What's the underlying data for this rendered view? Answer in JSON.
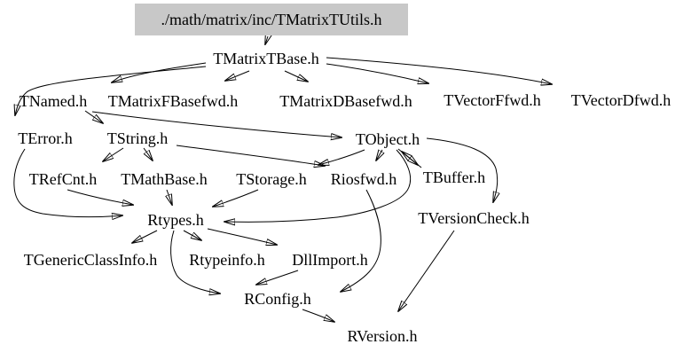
{
  "graph": {
    "kind": "include-dependency-graph",
    "colors": {
      "background": "#ffffff",
      "root_node_fill": "#c8c8c8",
      "edge": "#000000",
      "text": "#000000"
    },
    "nodes": [
      {
        "id": "tmatrixtutils",
        "label": "./math/matrix/inc/TMatrixTUtils.h"
      },
      {
        "id": "tmatrixtbase",
        "label": "TMatrixTBase.h"
      },
      {
        "id": "tnamed",
        "label": "TNamed.h"
      },
      {
        "id": "tmatrixfbasefwd",
        "label": "TMatrixFBasefwd.h"
      },
      {
        "id": "tmatrixdbasefwd",
        "label": "TMatrixDBasefwd.h"
      },
      {
        "id": "tvectorffwd",
        "label": "TVectorFfwd.h"
      },
      {
        "id": "tvectordfwd",
        "label": "TVectorDfwd.h"
      },
      {
        "id": "terror",
        "label": "TError.h"
      },
      {
        "id": "tstring",
        "label": "TString.h"
      },
      {
        "id": "tobject",
        "label": "TObject.h"
      },
      {
        "id": "trefcnt",
        "label": "TRefCnt.h"
      },
      {
        "id": "tmathbase",
        "label": "TMathBase.h"
      },
      {
        "id": "tstorage",
        "label": "TStorage.h"
      },
      {
        "id": "riosfwd",
        "label": "Riosfwd.h"
      },
      {
        "id": "tbuffer",
        "label": "TBuffer.h"
      },
      {
        "id": "rtypes",
        "label": "Rtypes.h"
      },
      {
        "id": "tversioncheck",
        "label": "TVersionCheck.h"
      },
      {
        "id": "tgenericclassinfo",
        "label": "TGenericClassInfo.h"
      },
      {
        "id": "rtypeinfo",
        "label": "Rtypeinfo.h"
      },
      {
        "id": "dllimport",
        "label": "DllImport.h"
      },
      {
        "id": "rconfig",
        "label": "RConfig.h"
      },
      {
        "id": "rversion",
        "label": "RVersion.h"
      }
    ],
    "edges": [
      {
        "from": "tmatrixtutils",
        "to": "tmatrixtbase"
      },
      {
        "from": "tmatrixtbase",
        "to": "tnamed"
      },
      {
        "from": "tmatrixtbase",
        "to": "terror"
      },
      {
        "from": "tmatrixtbase",
        "to": "tmatrixfbasefwd"
      },
      {
        "from": "tmatrixtbase",
        "to": "tmatrixdbasefwd"
      },
      {
        "from": "tmatrixtbase",
        "to": "tvectorffwd"
      },
      {
        "from": "tmatrixtbase",
        "to": "tvectordfwd"
      },
      {
        "from": "tnamed",
        "to": "tstring"
      },
      {
        "from": "tnamed",
        "to": "tobject"
      },
      {
        "from": "tstring",
        "to": "trefcnt"
      },
      {
        "from": "tstring",
        "to": "tmathbase"
      },
      {
        "from": "tstring",
        "to": "riosfwd"
      },
      {
        "from": "tobject",
        "to": "tstorage"
      },
      {
        "from": "tobject",
        "to": "riosfwd"
      },
      {
        "from": "tobject",
        "to": "tbuffer"
      },
      {
        "from": "tbuffer",
        "to": "tobject"
      },
      {
        "from": "tobject",
        "to": "tversioncheck"
      },
      {
        "from": "tobject",
        "to": "rtypes"
      },
      {
        "from": "terror",
        "to": "rtypes"
      },
      {
        "from": "trefcnt",
        "to": "rtypes"
      },
      {
        "from": "tmathbase",
        "to": "rtypes"
      },
      {
        "from": "tstorage",
        "to": "rtypes"
      },
      {
        "from": "riosfwd",
        "to": "rconfig"
      },
      {
        "from": "tversioncheck",
        "to": "rversion"
      },
      {
        "from": "rtypes",
        "to": "tgenericclassinfo"
      },
      {
        "from": "rtypes",
        "to": "rtypeinfo"
      },
      {
        "from": "rtypes",
        "to": "dllimport"
      },
      {
        "from": "rtypes",
        "to": "rconfig"
      },
      {
        "from": "dllimport",
        "to": "rconfig"
      },
      {
        "from": "rconfig",
        "to": "rversion"
      }
    ]
  }
}
